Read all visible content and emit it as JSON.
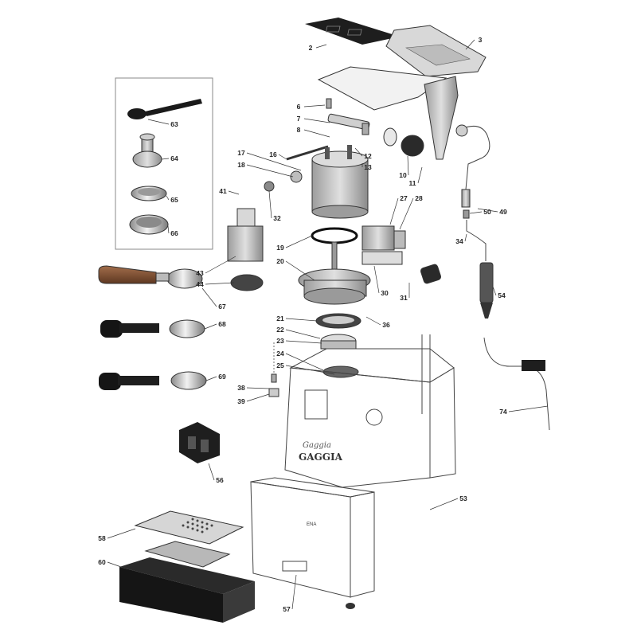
{
  "brand": {
    "script_text": "Gaggia",
    "logo_text": "GAGGIA"
  },
  "tray_text": "ENA",
  "callouts": {
    "2": "2",
    "3": "3",
    "6": "6",
    "7": "7",
    "8": "8",
    "10": "10",
    "11": "11",
    "12": "12",
    "13": "13",
    "16": "16",
    "17": "17",
    "18": "18",
    "19": "19",
    "20": "20",
    "21": "21",
    "22": "22",
    "23": "23",
    "24": "24",
    "25": "25",
    "27": "27",
    "28": "28",
    "30": "30",
    "31": "31",
    "32": "32",
    "34": "34",
    "36": "36",
    "38": "38",
    "39": "39",
    "41": "41",
    "43": "43",
    "44": "44",
    "49": "49",
    "50": "50",
    "53": "53",
    "54": "54",
    "56": "56",
    "57": "57",
    "58": "58",
    "60": "60",
    "63": "63",
    "64": "64",
    "65": "65",
    "66": "66",
    "67": "67",
    "68": "68",
    "69": "69",
    "74": "74"
  },
  "colors": {
    "dark": "#1a1a1a",
    "wood": "#8b5a3c",
    "chrome": "#c8c8c8",
    "line": "#333333",
    "paper": "#ffffff"
  }
}
